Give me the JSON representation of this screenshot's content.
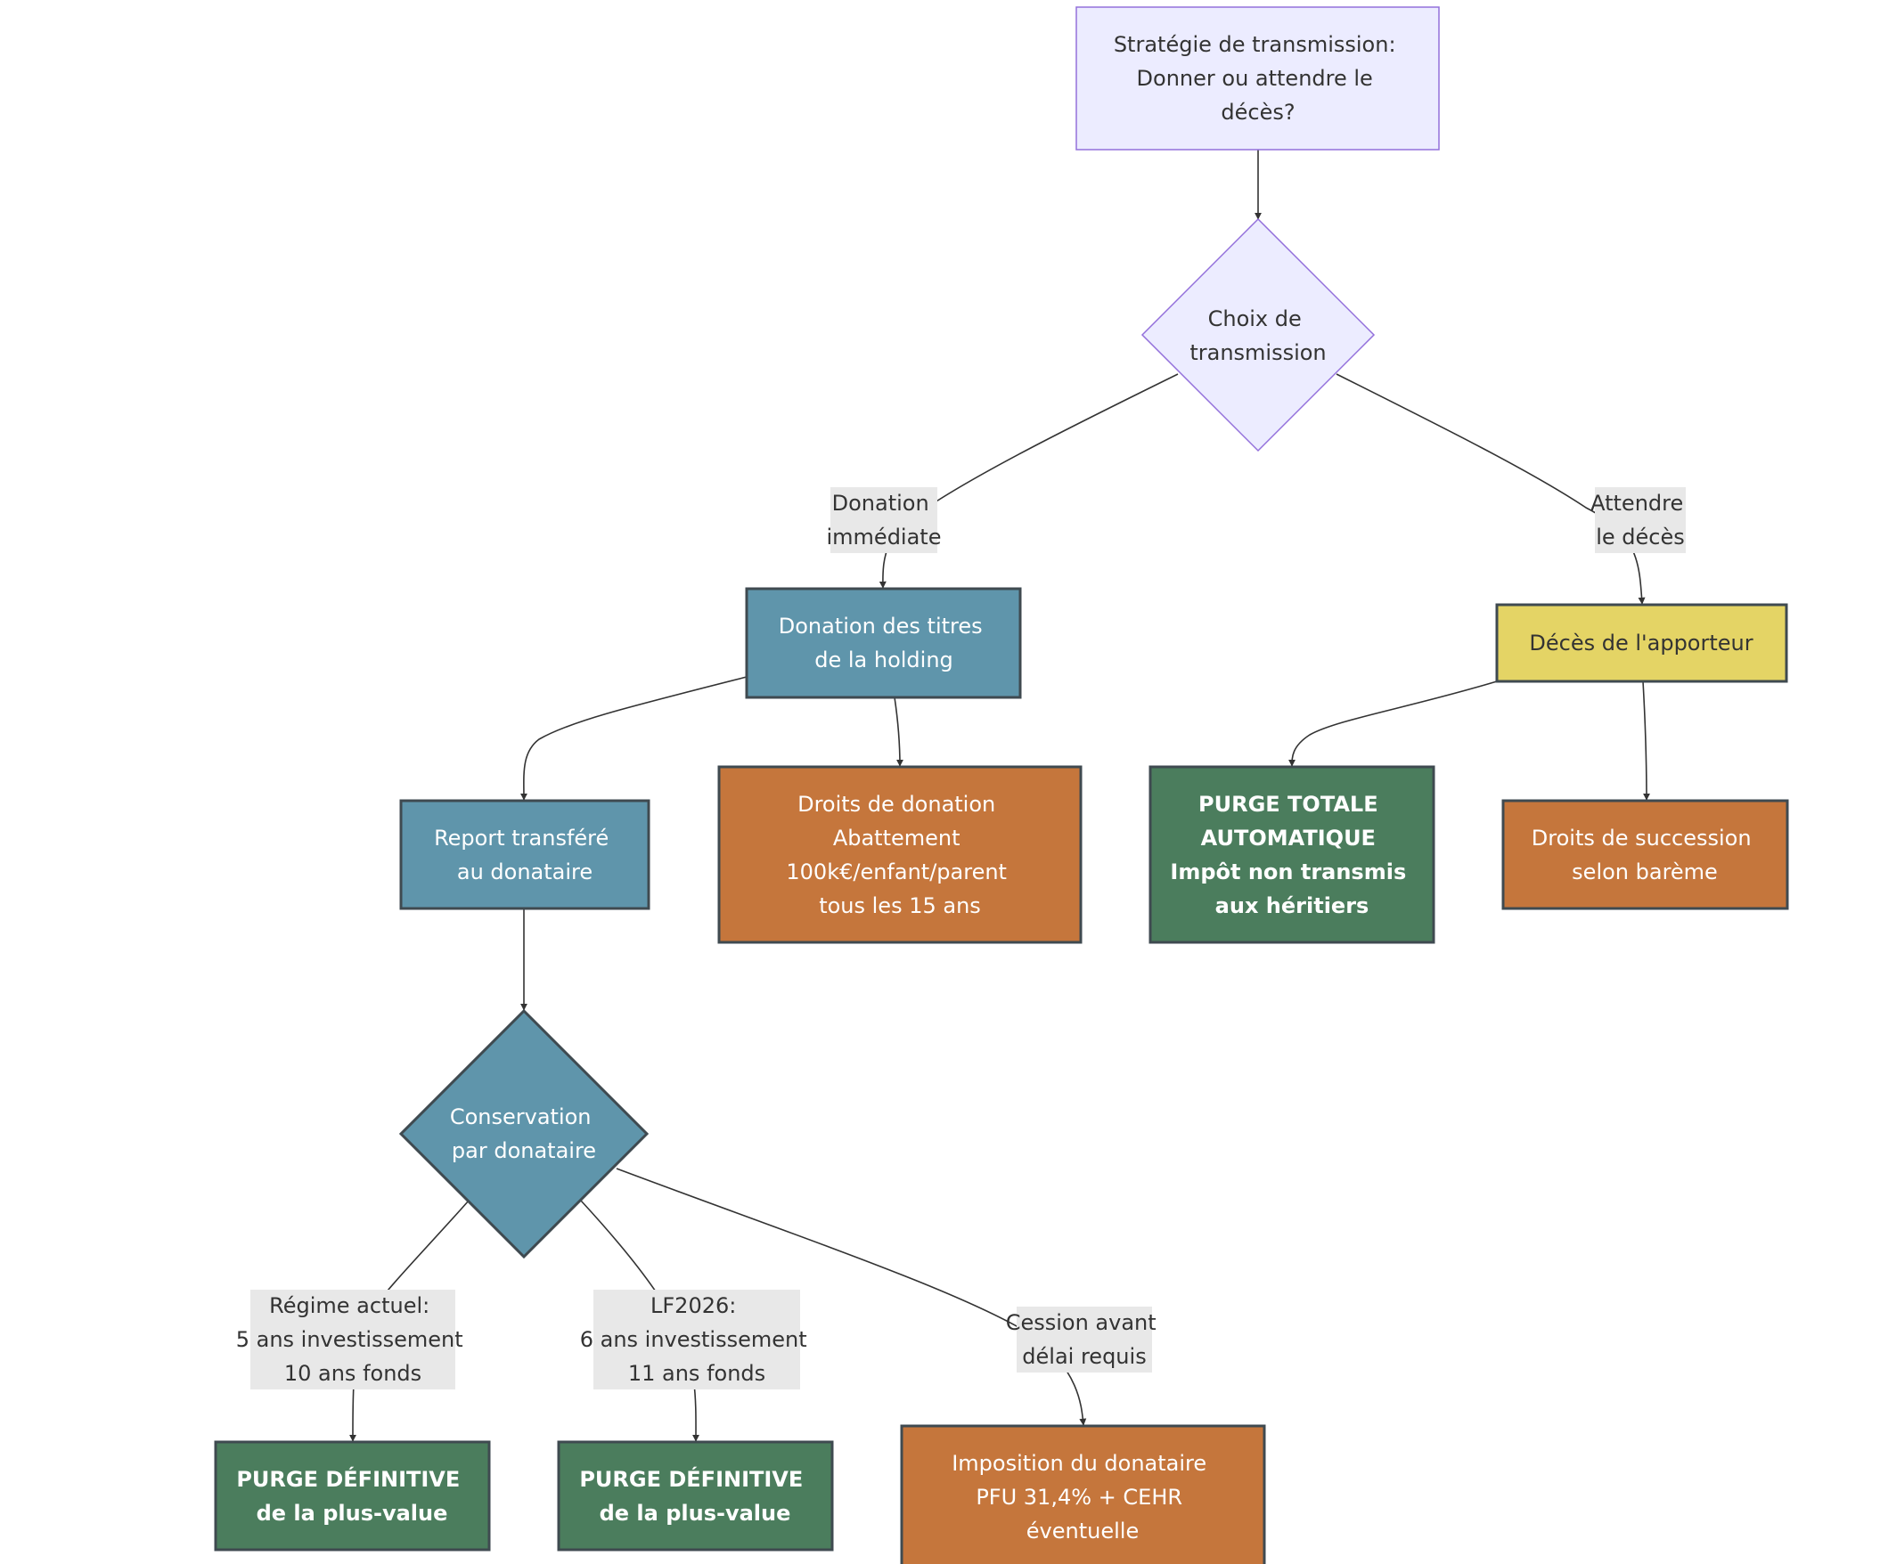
{
  "colors": {
    "default_fill": "#ececff",
    "default_stroke": "#9370db",
    "blue_fill": "#5f95ab",
    "orange_fill": "#c5763c",
    "green_fill": "#4b7d5d",
    "yellow_fill": "#e4d465",
    "dark_stroke": "#3f4a50",
    "edge": "#333333",
    "edge_label_bg": "#e8e8e8"
  },
  "nodes": {
    "start": {
      "lines": [
        "Stratégie de transmission:",
        "Donner ou attendre le",
        "décès?"
      ]
    },
    "choice": {
      "lines": [
        "Choix de",
        "transmission"
      ]
    },
    "donation": {
      "lines": [
        "Donation des titres",
        "de la holding"
      ]
    },
    "deces": {
      "lines": [
        "Décès de l'apporteur"
      ]
    },
    "report": {
      "lines": [
        "Report transféré",
        "au donataire"
      ]
    },
    "droits_donation": {
      "lines": [
        "Droits de donation",
        "Abattement",
        "100k€/enfant/parent",
        "tous les 15 ans"
      ]
    },
    "purge_totale": {
      "lines": [
        "PURGE TOTALE",
        "AUTOMATIQUE",
        "Impôt non transmis",
        "aux héritiers"
      ]
    },
    "droits_succession": {
      "lines": [
        "Droits de succession",
        "selon barème"
      ]
    },
    "conservation": {
      "lines": [
        "Conservation",
        "par donataire"
      ]
    },
    "purge_actuel": {
      "lines": [
        "PURGE DÉFINITIVE",
        "de la plus-value"
      ]
    },
    "purge_lf2026": {
      "lines": [
        "PURGE DÉFINITIVE",
        "de la plus-value"
      ]
    },
    "imposition": {
      "lines": [
        "Imposition du donataire",
        "PFU 31,4% + CEHR",
        "éventuelle"
      ]
    }
  },
  "edge_labels": {
    "donation_immediate": [
      "Donation",
      "immédiate"
    ],
    "attendre_deces": [
      "Attendre",
      "le décès"
    ],
    "regime_actuel": [
      "Régime actuel:",
      "5 ans investissement",
      "10 ans fonds"
    ],
    "lf2026": [
      "LF2026:",
      "6 ans investissement",
      "11 ans fonds"
    ],
    "cession_avant": [
      "Cession avant",
      "délai requis"
    ]
  }
}
